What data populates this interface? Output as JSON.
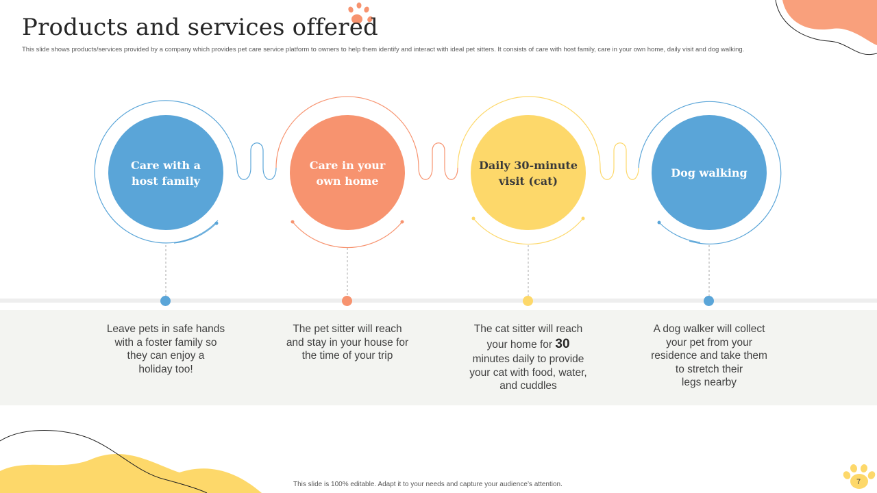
{
  "header": {
    "title": "Products and services offered",
    "subtitle": "This slide shows products/services provided by a company which provides pet care service platform to owners to help them identify and interact with ideal pet sitters. It consists of care with host family, care in your own home, daily visit and dog walking."
  },
  "colors": {
    "blue": "#5aa5d8",
    "orange": "#f7936f",
    "yellow": "#fdd86a",
    "peach": "#f9a07c"
  },
  "services": [
    {
      "label_line1": "Care with a",
      "label_line2": "host family",
      "desc_lines": [
        "Leave pets in safe hands",
        "with a foster family so",
        "they can enjoy a",
        "holiday too!"
      ]
    },
    {
      "label_line1": "Care in your",
      "label_line2": "own home",
      "desc_lines": [
        "The pet sitter will reach",
        "and stay in your house for",
        "the time of your trip"
      ]
    },
    {
      "label_line1": "Daily 30-minute",
      "label_line2": "visit (cat)",
      "desc_line1": "The cat sitter will reach",
      "desc_line2_prefix": "your home for ",
      "desc_highlight": "30",
      "desc_lines_rest": [
        "minutes daily to provide",
        "your cat with food, water,",
        "and cuddles"
      ]
    },
    {
      "label_line1": "Dog walking",
      "desc_lines": [
        "A dog walker will collect",
        "your pet from your",
        "residence and take them",
        "to stretch their",
        "legs nearby"
      ]
    }
  ],
  "footer": {
    "note": "This slide is 100% editable. Adapt it to your needs and capture your audience’s attention.",
    "page_number": "7"
  }
}
